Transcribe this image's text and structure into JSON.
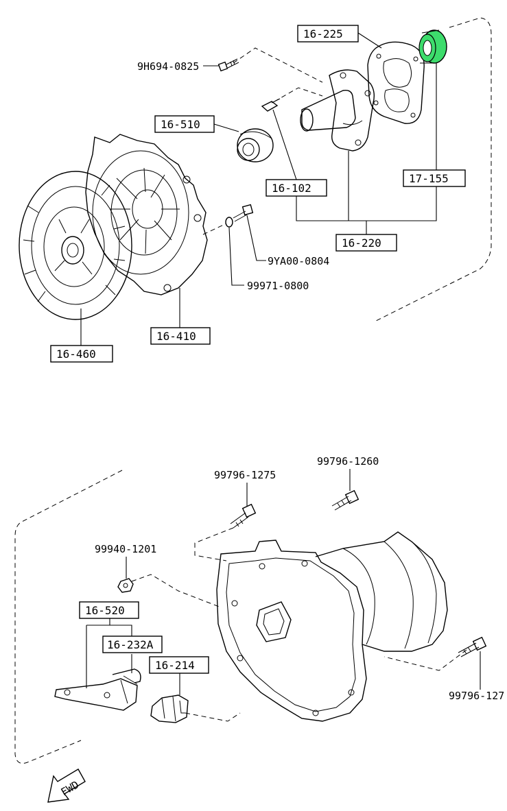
{
  "part_labels": {
    "p16_225": "16-225",
    "p9h694": "9H694-0825",
    "p16_510": "16-510",
    "p16_102": "16-102",
    "p17_155": "17-155",
    "p16_220": "16-220",
    "p9ya00": "9YA00-0804",
    "p99971": "99971-0800",
    "p16_410": "16-410",
    "p16_460": "16-460",
    "p99796_1275": "99796-1275",
    "p99796_1260": "99796-1260",
    "p99940": "99940-1201",
    "p16_520": "16-520",
    "p16_232a": "16-232A",
    "p16_214": "16-214",
    "p99796_127": "99796-127",
    "fwd": "FWD"
  },
  "colors": {
    "highlight": "#3ddc6c",
    "line": "#000000"
  },
  "highlighted_part": "17-155"
}
